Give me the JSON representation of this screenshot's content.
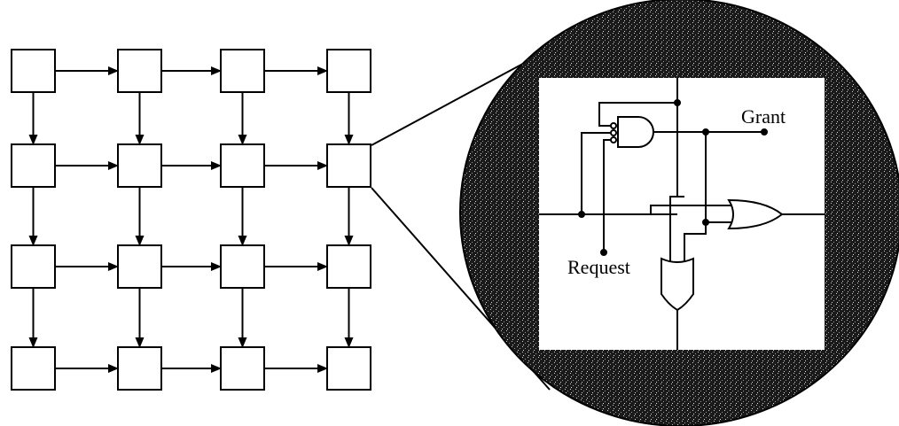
{
  "labels": {
    "grant": "Grant",
    "request": "Request"
  },
  "grid": {
    "rows": 4,
    "cols": 4
  },
  "colors": {
    "line": "#000000",
    "cell_fill": "#ffffff",
    "circle_fill": "#1a1a1a",
    "inset_fill": "#ffffff"
  }
}
